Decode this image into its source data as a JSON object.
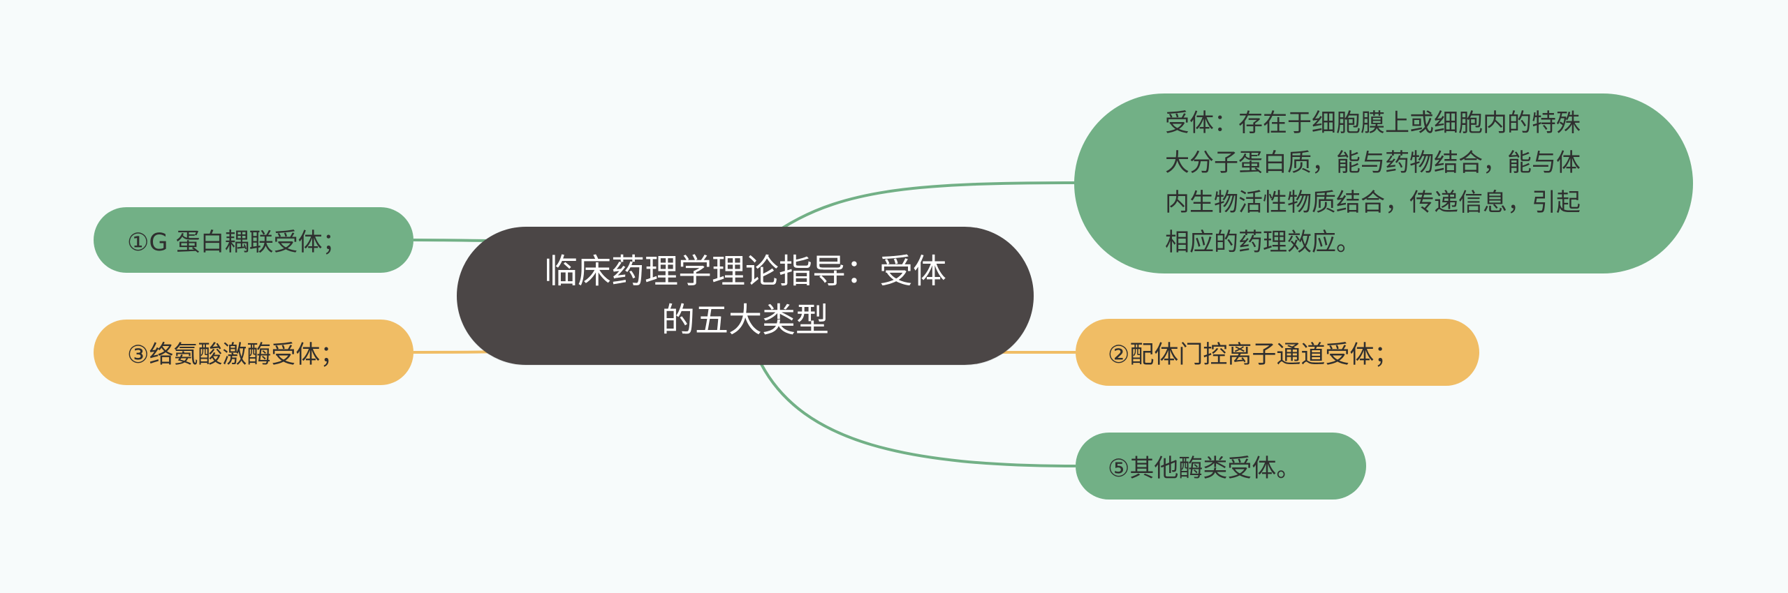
{
  "diagram": {
    "central_topic": "临床药理学理论指导：受体的五大类型",
    "branches": [
      {
        "id": "definition",
        "label": "受体：存在于细胞膜上或细胞内的特殊大分子蛋白质，能与药物结合，能与体内生物活性物质结合，传递信息，引起相应的药理效应。",
        "color": "#72b086"
      },
      {
        "id": "type1",
        "label": "①G 蛋白耦联受体；",
        "color": "#72b086"
      },
      {
        "id": "type2",
        "label": "②配体门控离子通道受体；",
        "color": "#f0bd65"
      },
      {
        "id": "type3",
        "label": "③络氨酸激酶受体；",
        "color": "#f0bd65"
      },
      {
        "id": "type5",
        "label": "⑤其他酶类受体。",
        "color": "#72b086"
      }
    ],
    "center_color": "#4b4646",
    "background_color": "#f7fbfb"
  }
}
